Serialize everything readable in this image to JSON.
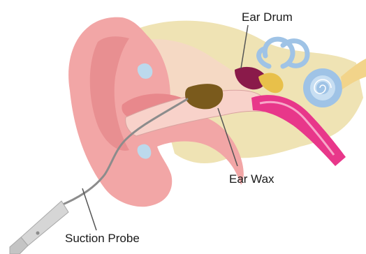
{
  "labels": {
    "ear_drum": "Ear Drum",
    "ear_wax": "Ear Wax",
    "suction_probe": "Suction Probe"
  },
  "colors": {
    "outer_ear": "#f2a6a6",
    "outer_ear_dark": "#e07c80",
    "skin_tissue": "#f5d9c4",
    "bone": "#efe3b4",
    "canal": "#f8d2ca",
    "wax": "#7a5a1c",
    "eardrum": "#8a1a4a",
    "nerve": "#e8378a",
    "cochlea": "#9fc3e6",
    "leader_line": "#555555",
    "probe": "#8c8c8c",
    "probe_handle": "#d6d6d6"
  },
  "icons": {
    "ear": "ear-anatomy-illustration"
  }
}
